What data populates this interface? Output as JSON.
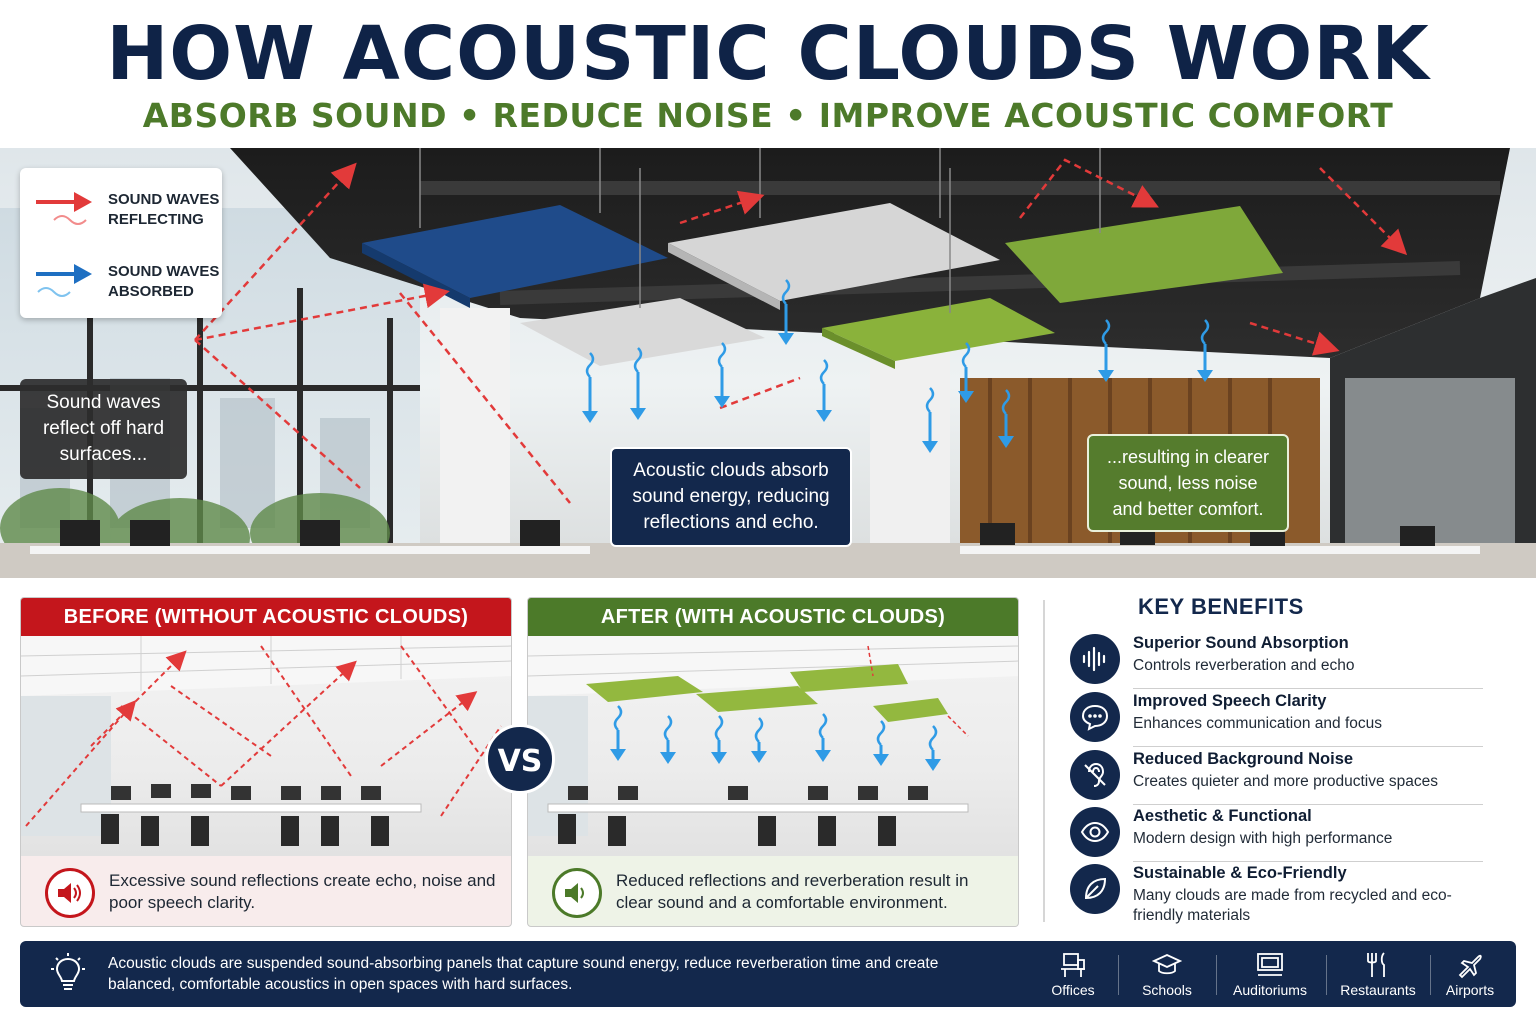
{
  "header": {
    "title": "HOW ACOUSTIC CLOUDS WORK",
    "subtitle": "ABSORB SOUND • REDUCE NOISE • IMPROVE ACOUSTIC COMFORT"
  },
  "colors": {
    "navy": "#13284c",
    "green": "#4c7a29",
    "red": "#c4161c",
    "reflect_arrow": "#e23a3a",
    "absorb_arrow": "#2f9be6"
  },
  "legend": {
    "reflecting": "SOUND WAVES\nREFLECTING",
    "absorbed": "SOUND WAVES\nABSORBED"
  },
  "hero": {
    "callout_left": "Sound waves reflect off hard surfaces...",
    "callout_mid": "Acoustic clouds absorb sound energy, reducing reflections and echo.",
    "callout_right": "...resulting in clearer sound, less noise and better comfort."
  },
  "comparison": {
    "before_title": "BEFORE (WITHOUT ACOUSTIC CLOUDS)",
    "before_text": "Excessive sound reflections create echo, noise and poor speech clarity.",
    "after_title": "AFTER (WITH ACOUSTIC CLOUDS)",
    "after_text": "Reduced reflections and reverberation result in clear sound and a comfortable environment.",
    "vs_label": "VS"
  },
  "benefits": {
    "title": "KEY BENEFITS",
    "items": [
      {
        "title": "Superior Sound Absorption",
        "desc": "Controls reverberation and echo",
        "icon": "sound-wave-icon"
      },
      {
        "title": "Improved Speech Clarity",
        "desc": "Enhances communication and focus",
        "icon": "speech-bubble-icon"
      },
      {
        "title": "Reduced Background Noise",
        "desc": "Creates quieter and more productive spaces",
        "icon": "mute-ear-icon"
      },
      {
        "title": "Aesthetic & Functional",
        "desc": "Modern design with high performance",
        "icon": "eye-icon"
      },
      {
        "title": "Sustainable & Eco-Friendly",
        "desc": "Many clouds are made from recycled and eco-friendly materials",
        "icon": "leaf-icon"
      }
    ]
  },
  "footer": {
    "text": "Acoustic clouds are suspended sound-absorbing panels that capture sound energy, reduce reverberation time and create balanced, comfortable acoustics in open spaces with hard surfaces.",
    "venues": [
      {
        "label": "Offices",
        "icon": "office-icon"
      },
      {
        "label": "Schools",
        "icon": "graduation-cap-icon"
      },
      {
        "label": "Auditoriums",
        "icon": "auditorium-icon"
      },
      {
        "label": "Restaurants",
        "icon": "cutlery-icon"
      },
      {
        "label": "Airports",
        "icon": "airplane-icon"
      }
    ]
  }
}
